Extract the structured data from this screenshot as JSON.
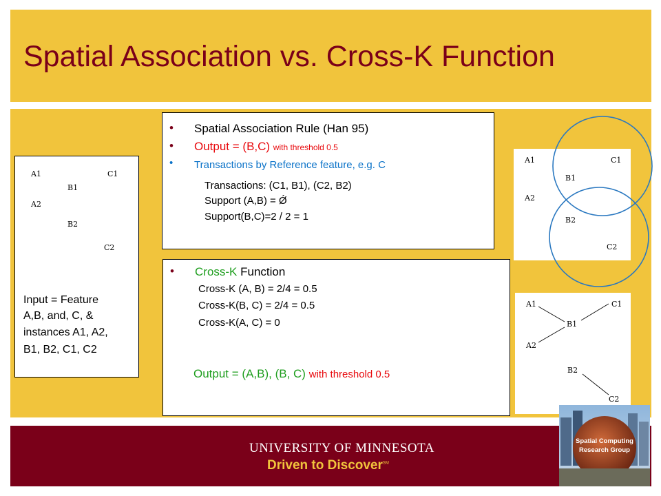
{
  "title": "Spatial Association vs. Cross-K Function",
  "input_text": "Input = Feature A,B, and, C,  & instances A1, A2, B1, B2, C1, C2",
  "input_lines": [
    "Input = Feature",
    "A,B, and, C,  &",
    "instances A1, A2,",
    "B1, B2, C1, C2"
  ],
  "rule_box": {
    "bullet1": "Spatial Association Rule (Han 95)",
    "bullet2_main": "Output = (B,C) ",
    "bullet2_small": "with threshold 0.5",
    "bullet3": "Transactions by Reference feature, e.g. C",
    "line1": "Transactions: (C1, B1), (C2, B2)",
    "line2": "Support (A,B) = Ǿ",
    "line3": "Support(B,C)=2 / 2 = 1"
  },
  "crossk_box": {
    "bullet_colored": "Cross-K",
    "bullet_rest": " Function",
    "line1": "Cross-K (A, B) = 2/4 = 0.5",
    "line2": "Cross-K(B, C) = 2/4 = 0.5",
    "line3": "Cross-K(A, C) = 0",
    "output_main": "Output = (A,B), (B, C) ",
    "output_small": "with threshold 0.5"
  },
  "figure_labels": {
    "a1": "A1",
    "a2": "A2",
    "b1": "B1",
    "b2": "B2",
    "c1": "C1",
    "c2": "C2"
  },
  "footer": {
    "university": "UNIVERSITY OF MINNESOTA",
    "tagline": "Driven to Discover",
    "sm": "SM"
  },
  "badge": {
    "line1": "Spatial Computing",
    "line2": "Research Group"
  },
  "colors": {
    "maroon": "#7a0019",
    "gold": "#f1c43c",
    "red": "#e8090d",
    "blue": "#0a72c8",
    "green": "#1e9e1e",
    "circle": "#2a78c0"
  }
}
